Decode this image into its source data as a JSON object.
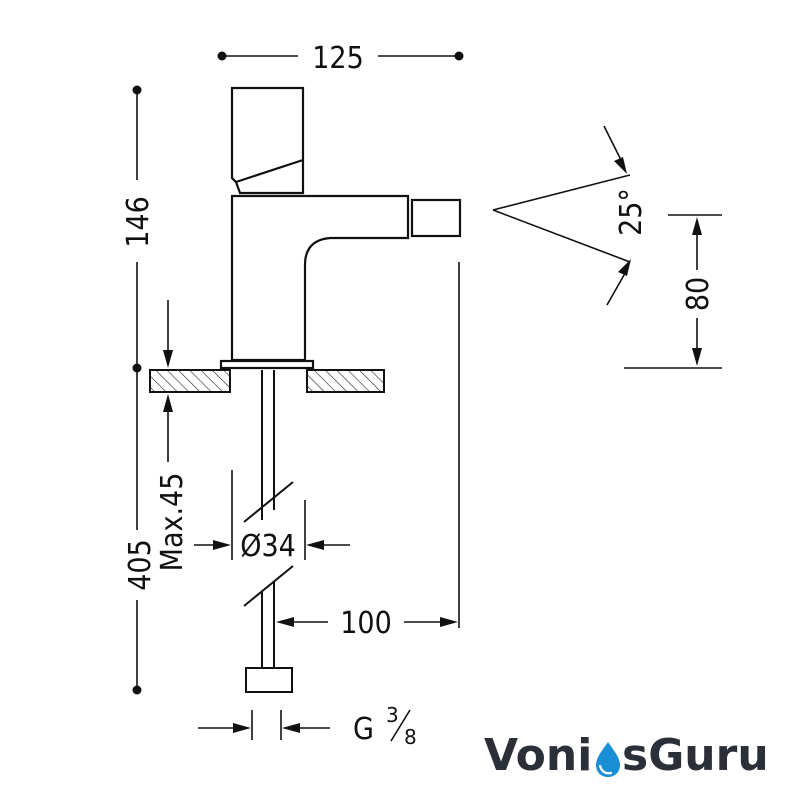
{
  "drawing": {
    "width_label": "125",
    "height_top_label": "146",
    "height_total_label": "405",
    "max_thickness_label": "Max.45",
    "hole_diameter_label": "Ø34",
    "offset_label": "100",
    "jet_angle_label": "25°",
    "outlet_height_label": "80",
    "connection_label": "G",
    "connection_frac_num": "3",
    "connection_frac_den": "8"
  },
  "watermark": {
    "part1": "Voni",
    "part2": "sGuru",
    "color_main": "#2b2f38",
    "color_accent": "#1a8fd6"
  }
}
